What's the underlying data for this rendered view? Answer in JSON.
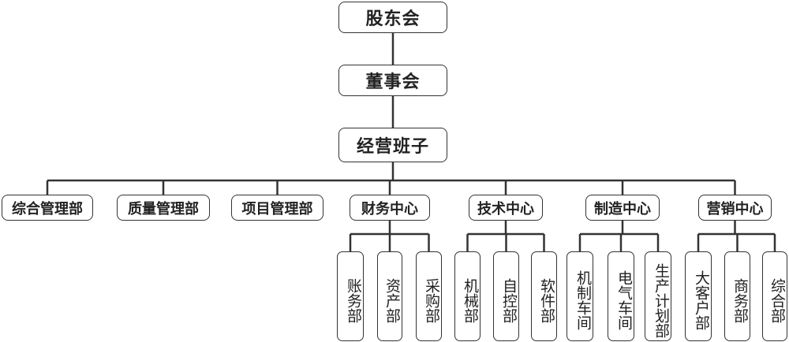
{
  "top": [
    "股东会",
    "董事会",
    "经营班子"
  ],
  "departments": [
    {
      "label": "综合管理部",
      "children": []
    },
    {
      "label": "质量管理部",
      "children": []
    },
    {
      "label": "项目管理部",
      "children": []
    },
    {
      "label": "财务中心",
      "children": [
        "账务部",
        "资产部",
        "采购部"
      ]
    },
    {
      "label": "技术中心",
      "children": [
        "机械部",
        "自控部",
        "软件部"
      ]
    },
    {
      "label": "制造中心",
      "children": [
        "机制车间",
        "电气车间",
        "生产计划部"
      ]
    },
    {
      "label": "营销中心",
      "children": [
        "大客户部",
        "商务部",
        "综合部"
      ]
    }
  ],
  "colors": {
    "line": "#333333",
    "border": "#333333"
  }
}
